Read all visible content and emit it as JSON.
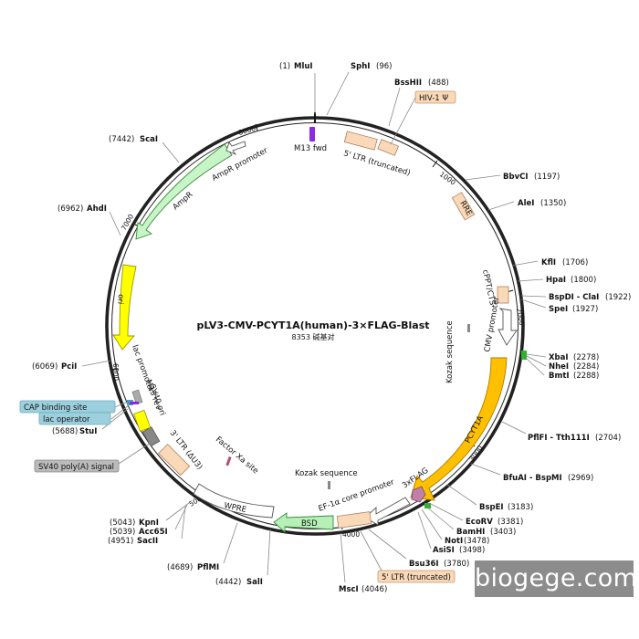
{
  "plasmid": {
    "name": "pLV3-CMV-PCYT1A(human)-3×FLAG-Blast",
    "size_text": "8353 碱基对",
    "length_bp": 8353
  },
  "watermark": "biogege.com",
  "ticks": [
    "1000",
    "2000",
    "3000",
    "4000",
    "5000",
    "6000",
    "7000",
    "8000"
  ],
  "sites": [
    {
      "key": "mlui",
      "pos": "(1)",
      "name": "MluI"
    },
    {
      "key": "sphi",
      "name": "SphI",
      "pos": "(96)"
    },
    {
      "key": "bsshii",
      "name": "BssHII",
      "pos": "(488)"
    },
    {
      "key": "bbvci",
      "name": "BbvCI",
      "pos": "(1197)"
    },
    {
      "key": "alei",
      "name": "AleI",
      "pos": "(1350)"
    },
    {
      "key": "kfli",
      "name": "KflI",
      "pos": "(1706)"
    },
    {
      "key": "hpai",
      "name": "HpaI",
      "pos": "(1800)"
    },
    {
      "key": "bspdi",
      "name": "BspDI - ClaI",
      "pos": "(1922)"
    },
    {
      "key": "spei",
      "name": "SpeI",
      "pos": "(1927)"
    },
    {
      "key": "xbai",
      "name": "XbaI",
      "pos": "(2278)"
    },
    {
      "key": "nhei",
      "name": "NheI",
      "pos": "(2284)"
    },
    {
      "key": "bmti",
      "name": "BmtI",
      "pos": "(2288)"
    },
    {
      "key": "pflfi",
      "name": "PflFI - Tth111I",
      "pos": "(2704)"
    },
    {
      "key": "bfuai",
      "name": "BfuAI - BspMI",
      "pos": "(2969)"
    },
    {
      "key": "bspei",
      "name": "BspEI",
      "pos": "(3183)"
    },
    {
      "key": "ecorv",
      "name": "EcoRV",
      "pos": "(3381)"
    },
    {
      "key": "bamhi",
      "name": "BamHI",
      "pos": "(3403)"
    },
    {
      "key": "noti",
      "name": "NotI",
      "pos": "(3478)"
    },
    {
      "key": "asisi",
      "name": "AsiSI",
      "pos": "(3498)"
    },
    {
      "key": "bsu36i",
      "name": "Bsu36I",
      "pos": "(3780)"
    },
    {
      "key": "msci",
      "name": "MscI",
      "pos": "(4046)"
    },
    {
      "key": "sali",
      "pos": "(4442)",
      "name": "SalI"
    },
    {
      "key": "pfmi",
      "pos": "(4689)",
      "name": "PflMI"
    },
    {
      "key": "kpni",
      "pos": "(5043)",
      "name": "KpnI"
    },
    {
      "key": "acc65i",
      "pos": "(5039)",
      "name": "Acc65I"
    },
    {
      "key": "sacii",
      "pos": "(4951)",
      "name": "SacII"
    },
    {
      "key": "stui",
      "pos": "(5688)",
      "name": "StuI"
    },
    {
      "key": "pcii",
      "pos": "(6069)",
      "name": "PciI"
    },
    {
      "key": "ahdi",
      "pos": "(6962)",
      "name": "AhdI"
    },
    {
      "key": "scai",
      "pos": "(7442)",
      "name": "ScaI"
    }
  ],
  "features": {
    "m13fwd": "M13 fwd",
    "ltr5": "5' LTR (truncated)",
    "hiv": "HIV-1 Ψ",
    "rre": "RRE",
    "cppt": "cPPT/CTS",
    "cmv": "CMV promoter",
    "kozak1": "Kozak sequence",
    "pcyt1a": "PCYT1A",
    "flag": "3xFLAG",
    "ef1a": "EF-1α core promoter",
    "kozak2": "Kozak sequence",
    "bsd": "BSD",
    "wpre": "WPRE",
    "factorxa": "Factor Xa site",
    "ltr3": "3' LTR (ΔU3)",
    "sv40ori": "SV40 ori",
    "lacpromoter": "lac promoter",
    "m13rev": "M13 rev",
    "cap": "CAP binding site",
    "lacop": "lac operator",
    "sv40polya": "SV40 poly(A) signal",
    "ltr5b": "5' LTR (truncated)",
    "ori": "ori",
    "ampr": "AmpR",
    "amprpromoter": "AmpR promoter"
  },
  "colors": {
    "ltr": "#f9d9b8",
    "ltr_border": "#b08060",
    "cmv": "#ffffff",
    "pcyt1a": "#ffc000",
    "ori": "#ffff00",
    "ampr": "#c8f5c8",
    "bsd": "#b6f0b6",
    "flag": "#c080a8",
    "sv40": "#888888",
    "cap": "#9dd0de",
    "m13": "#8a2be2"
  }
}
